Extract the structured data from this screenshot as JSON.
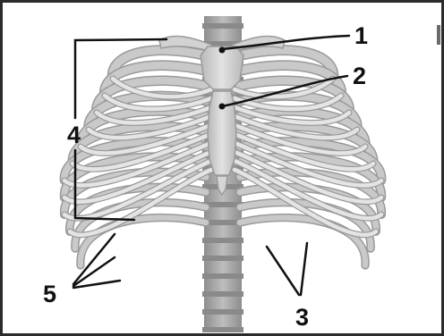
{
  "labels": {
    "l1": "1",
    "l2": "2",
    "l3": "3",
    "l4": "4",
    "l5": "5"
  },
  "colors": {
    "bone": "#c9c9c9",
    "bone_dark": "#9a9a9a",
    "bone_light": "#e4e4e4",
    "disc": "#8a8a8a",
    "line": "#111111"
  }
}
